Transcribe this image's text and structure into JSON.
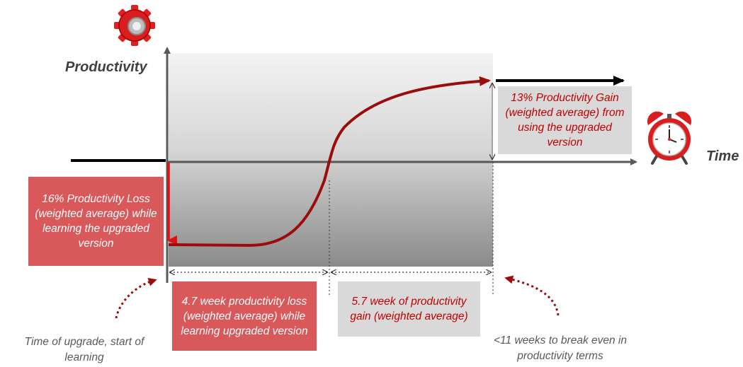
{
  "labels": {
    "y_axis": "Productivity",
    "x_axis": "Time"
  },
  "callouts": {
    "loss": "16% Productivity Loss (weighted average) while learning  the upgraded version",
    "gain": "13% Productivity Gain (weighted average) from using the upgraded version",
    "loss_duration": "4.7 week productivity loss (weighted average) while learning upgraded version",
    "gain_duration": "5.7 week of productivity gain (weighted average)"
  },
  "notes": {
    "upgrade_time": "Time of upgrade, start of learning",
    "break_even": "<11 weeks to break even in productivity terms"
  },
  "icons": {
    "top_left": "gear-icon",
    "right": "alarm-clock-icon"
  },
  "colors": {
    "curve": "#9b0d0d",
    "loss_box": "#d9595b",
    "gain_box": "#d9d9d9",
    "gain_text": "#c00000",
    "axis": "#595959"
  }
}
